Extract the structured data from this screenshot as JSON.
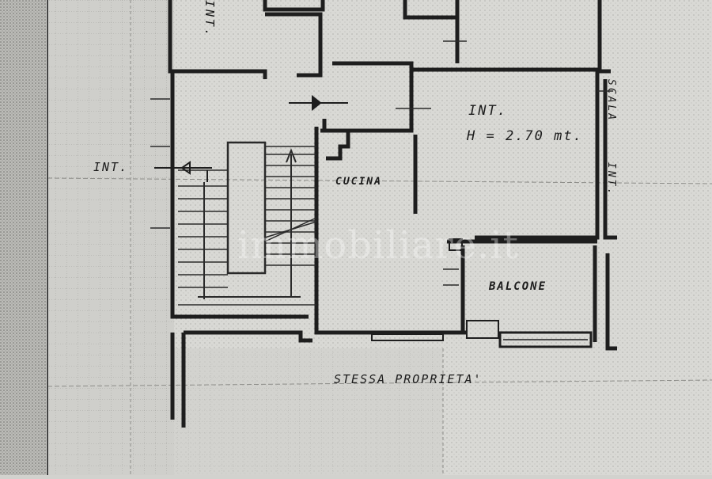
{
  "labels": {
    "int_top_left": "INT.",
    "int_left": "INT.",
    "int_room": "INT.",
    "height": "H = 2.70 mt.",
    "cucina": "CUCINA",
    "balcone": "BALCONE",
    "scala": "SCALA",
    "int_right": "INT.",
    "stessa_proprieta": "STESSA PROPRIETA'"
  },
  "watermark": "immobiliare.it",
  "colors": {
    "ink": "#1c1c1c",
    "paper": "#d9d9d5",
    "grid": "#a8a8a4"
  }
}
